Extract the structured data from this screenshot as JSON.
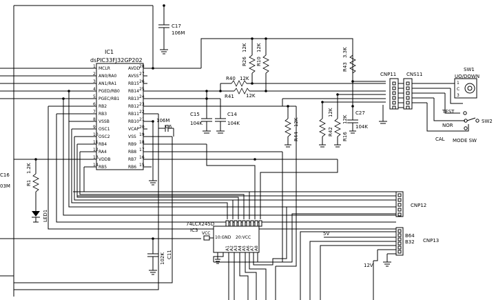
{
  "ic1": {
    "ref": "IC1",
    "part": "dsPIC33FJ32GP202",
    "left_pins": [
      {
        "num": "1",
        "name": "MCLR"
      },
      {
        "num": "2",
        "name": "AN0/RA0"
      },
      {
        "num": "3",
        "name": "AN1/RA1"
      },
      {
        "num": "4",
        "name": "PGED/RB0"
      },
      {
        "num": "5",
        "name": "PGEC/RB1"
      },
      {
        "num": "6",
        "name": "RB2"
      },
      {
        "num": "7",
        "name": "RB3"
      },
      {
        "num": "8",
        "name": "VSSB"
      },
      {
        "num": "9",
        "name": "OSC1"
      },
      {
        "num": "10",
        "name": "OSC2"
      },
      {
        "num": "11",
        "name": "RB4"
      },
      {
        "num": "12",
        "name": "RA4"
      },
      {
        "num": "13",
        "name": "VDDB"
      },
      {
        "num": "14",
        "name": "RB5"
      }
    ],
    "right_pins": [
      {
        "num": "28",
        "name": "AVDD"
      },
      {
        "num": "27",
        "name": "AVSS"
      },
      {
        "num": "26",
        "name": "RB15"
      },
      {
        "num": "25",
        "name": "RB14"
      },
      {
        "num": "24",
        "name": "RB13"
      },
      {
        "num": "23",
        "name": "RB12"
      },
      {
        "num": "22",
        "name": "RB11"
      },
      {
        "num": "21",
        "name": "RB10"
      },
      {
        "num": "20",
        "name": "VCAP"
      },
      {
        "num": "19",
        "name": "VSS"
      },
      {
        "num": "18",
        "name": "RB9"
      },
      {
        "num": "17",
        "name": "RB8"
      },
      {
        "num": "16",
        "name": "RB7"
      },
      {
        "num": "15",
        "name": "RB6"
      }
    ]
  },
  "ic3": {
    "ref": "IC3",
    "part": "74LCX245D",
    "vcc": "VCC",
    "bottom_left": "10:GND",
    "bottom_right": "20:VCC"
  },
  "components": {
    "c17": {
      "ref": "C17",
      "value": "106M"
    },
    "c6": {
      "ref": "C6",
      "value": "106M"
    },
    "c15": {
      "ref": "C15",
      "value": "104K"
    },
    "c14": {
      "ref": "C14",
      "value": "104K"
    },
    "c27": {
      "ref": "C27",
      "value": "104K"
    },
    "c11": {
      "ref": "C11",
      "value": "102K"
    },
    "c16": {
      "ref": "C16",
      "value": "03M"
    },
    "r26": {
      "ref": "R26",
      "value": "12K"
    },
    "r10": {
      "ref": "R10",
      "value": "12K"
    },
    "r43": {
      "ref": "R43",
      "value": "3.3K"
    },
    "r40": {
      "ref": "R40",
      "value": "12K"
    },
    "r41": {
      "ref": "R41",
      "value": "12K"
    },
    "r44": {
      "ref": "R44",
      "value": "12K"
    },
    "r42": {
      "ref": "R42",
      "value": "12K"
    },
    "r16": {
      "ref": "R16",
      "value": "12K"
    },
    "r1": {
      "ref": "R1",
      "value": "1.2K"
    },
    "led1": {
      "ref": "LED1"
    }
  },
  "connectors": {
    "cnp11": "CNP11",
    "cns11": "CNS11",
    "cnp12": "CNP12",
    "cnp13": "CNP13",
    "cnp13_pins": [
      "B64",
      "B32"
    ]
  },
  "switches": {
    "sw1": "SW1",
    "sw1_desc": "UO/DOWN",
    "sw2": "SW2",
    "test": "TEST",
    "nor": "NOR",
    "cal": "CAL",
    "mode": "MODE SW"
  },
  "rails": {
    "v5": "5V",
    "v12": "12V"
  },
  "ic3_pin_labels": [
    "A1",
    "A2",
    "A3",
    "A4",
    "A5",
    "A6",
    "A7",
    "A8"
  ]
}
